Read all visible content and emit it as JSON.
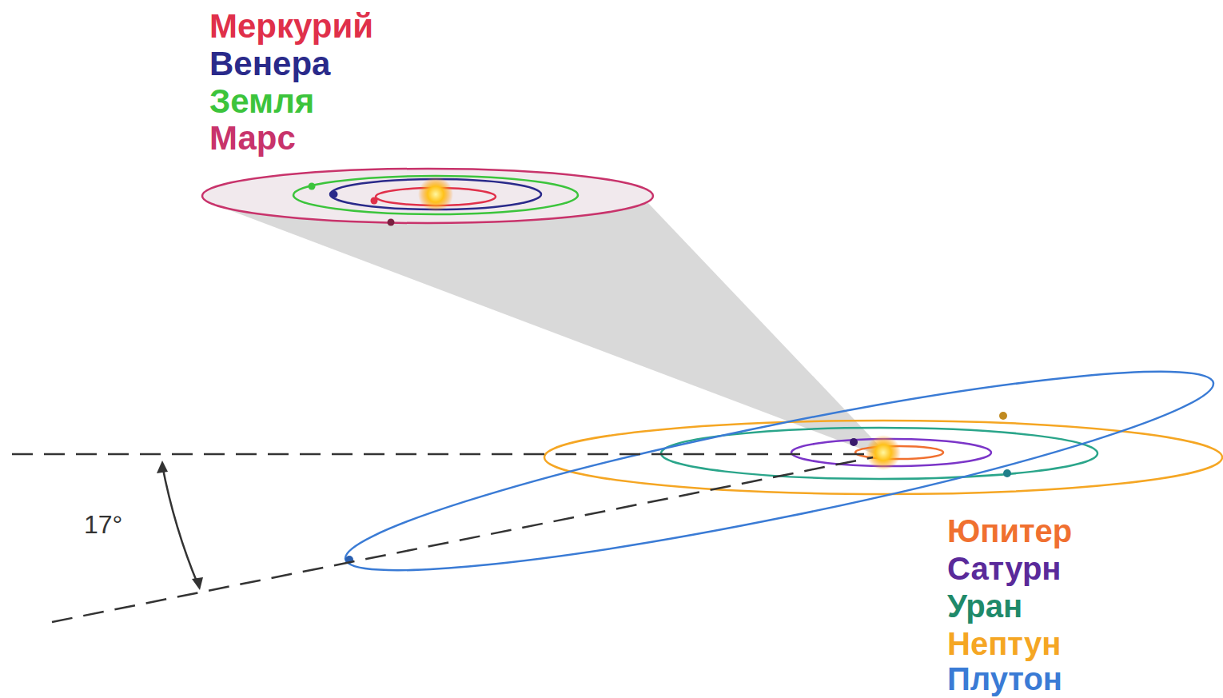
{
  "diagram": {
    "labels": [
      "Меркурий",
      "Венера",
      "Земля",
      "Марс",
      "17°",
      "Юпитер",
      "Сатурн",
      "Уран",
      "Нептун",
      "Плутон"
    ]
  }
}
